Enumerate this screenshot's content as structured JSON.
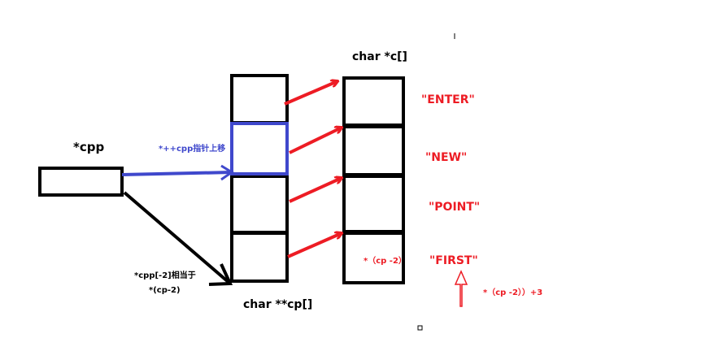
{
  "labels": {
    "cpp": "*cpp",
    "cp": "char **cp[]",
    "c": "char *c[]",
    "pre_increment": "*++cpp指针上移",
    "cpp_minus2_line1": "*cpp[-2]相当于",
    "cpp_minus2_line2": "*(cp-2)",
    "deref_cp_minus2": "*（cp -2）",
    "deref_cp_minus2_plus3": "*（cp -2））+3"
  },
  "strings": [
    "\"ENTER\"",
    "\"NEW\"",
    "\"POINT\"",
    "\"FIRST\""
  ],
  "colors": {
    "black": "#000000",
    "blue": "#3f48cc",
    "red": "#ed1c24"
  }
}
